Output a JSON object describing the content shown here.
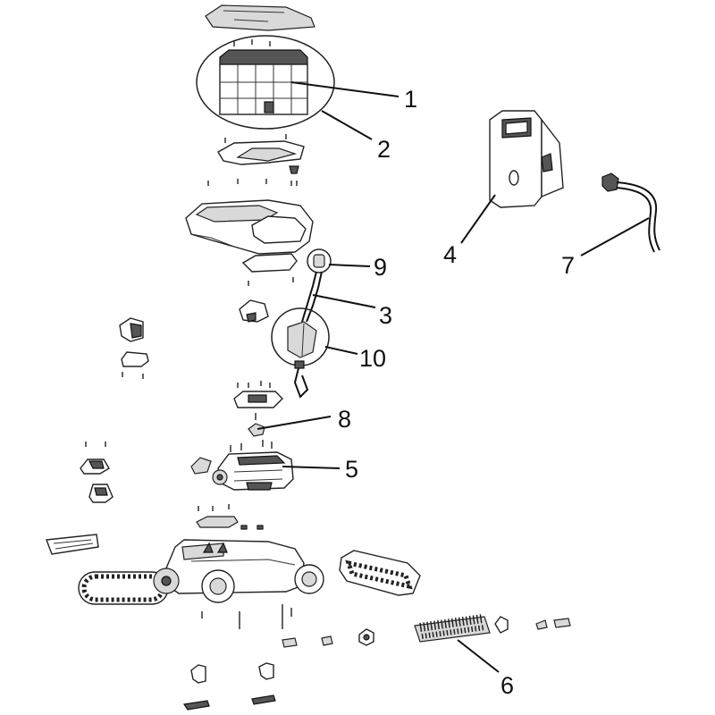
{
  "callouts": [
    {
      "id": "1",
      "label": "1"
    },
    {
      "id": "2",
      "label": "2"
    },
    {
      "id": "3",
      "label": "3"
    },
    {
      "id": "4",
      "label": "4"
    },
    {
      "id": "5",
      "label": "5"
    },
    {
      "id": "6",
      "label": "6"
    },
    {
      "id": "7",
      "label": "7"
    },
    {
      "id": "8",
      "label": "8"
    },
    {
      "id": "9",
      "label": "9"
    },
    {
      "id": "10",
      "label": "10"
    }
  ],
  "colors": {
    "line": "#111111",
    "background": "#ffffff",
    "shade": "#d9d9d9"
  }
}
